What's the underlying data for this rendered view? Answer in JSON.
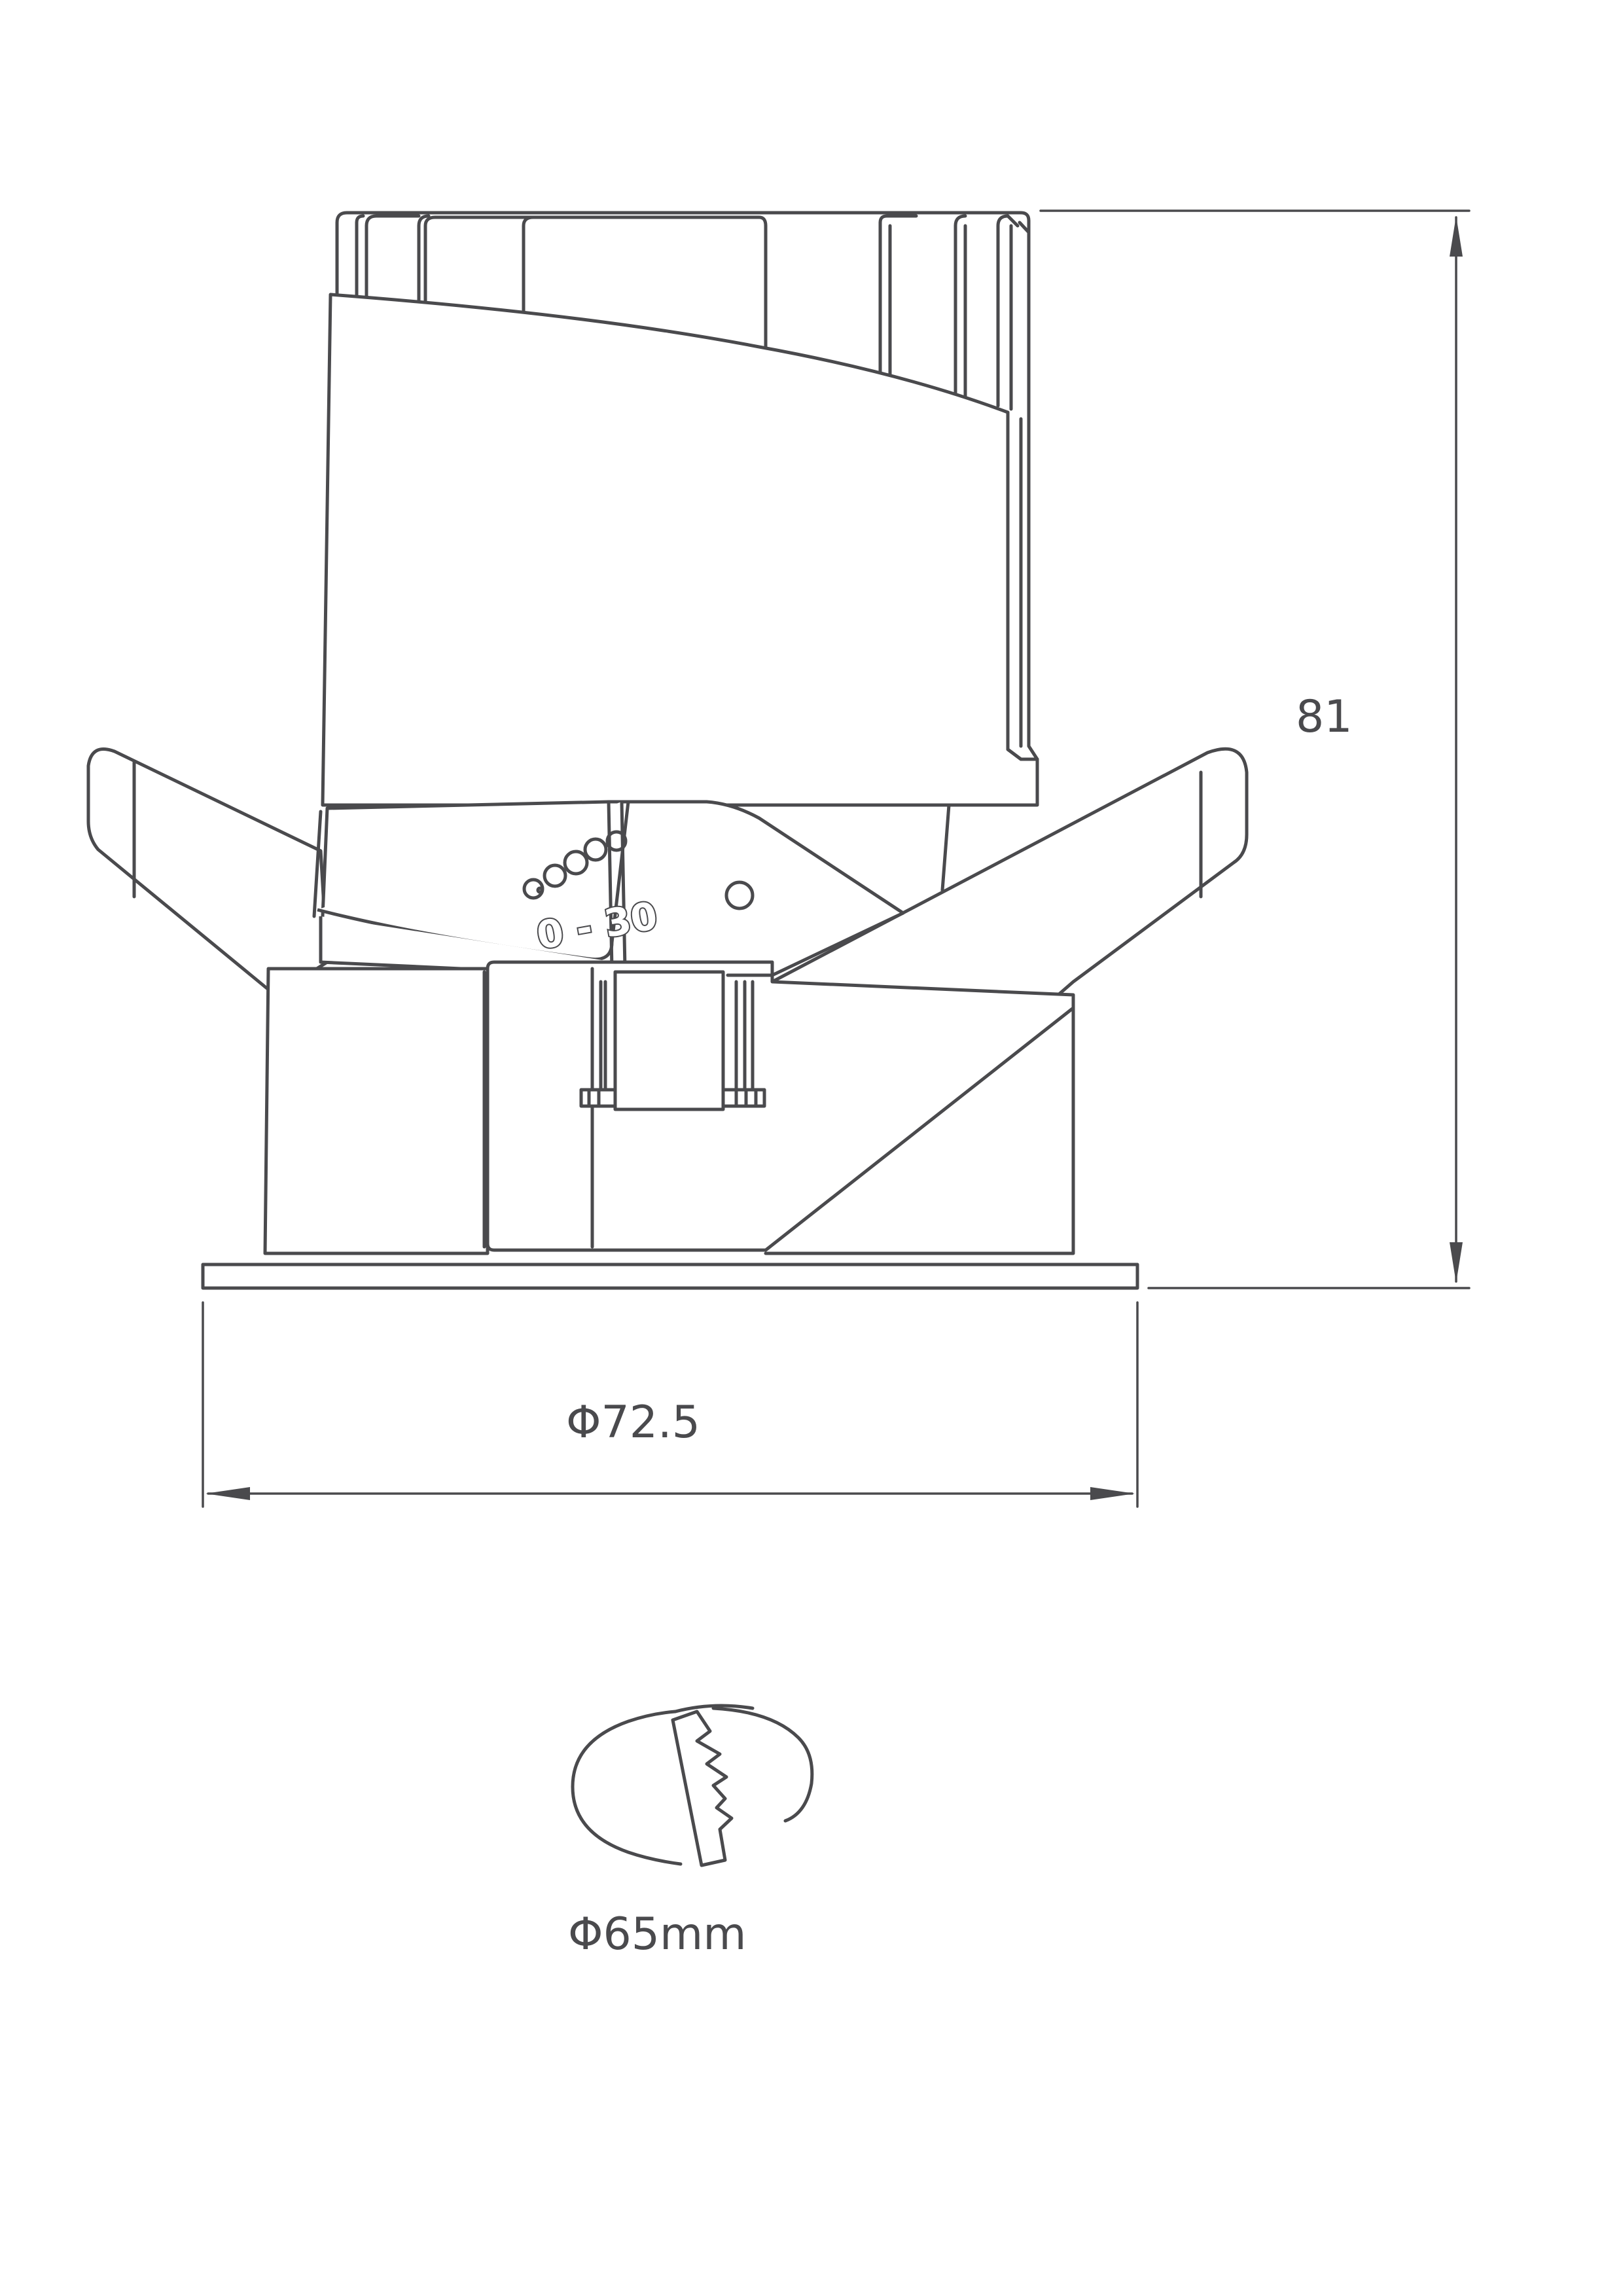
{
  "dimensions": {
    "height_label": "81",
    "diameter_label": "Φ72.5",
    "cutout_label": "Φ65mm"
  },
  "tilt_marking": "0 - 30",
  "colors": {
    "line": "#4a4a4d",
    "background": "#ffffff"
  }
}
